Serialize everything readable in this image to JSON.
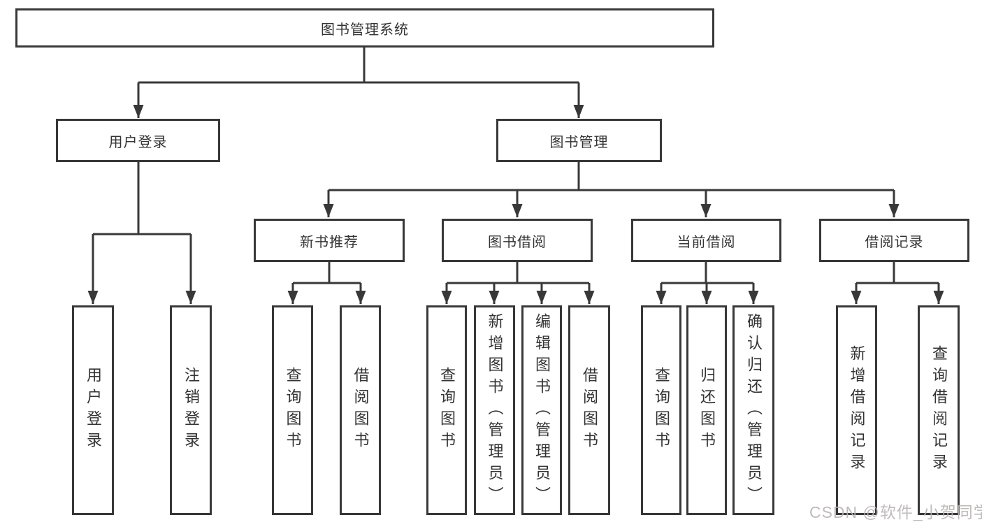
{
  "tree": {
    "root": {
      "id": "library-system",
      "label": "图书管理系统"
    },
    "children": [
      {
        "id": "user-login",
        "label": "用户登录",
        "children": [
          {
            "id": "do-user-login",
            "label": "用户登录"
          },
          {
            "id": "logout",
            "label": "注销登录"
          }
        ]
      },
      {
        "id": "book-management",
        "label": "图书管理",
        "children": [
          {
            "id": "new-book-recommend",
            "label": "新书推荐",
            "children": [
              {
                "id": "query-books",
                "label": "查询图书"
              },
              {
                "id": "borrow-books",
                "label": "借阅图书"
              }
            ]
          },
          {
            "id": "book-borrowing",
            "label": "图书借阅",
            "children": [
              {
                "id": "query-books",
                "label": "查询图书"
              },
              {
                "id": "add-books-admin",
                "label": "新增图书（管理员）"
              },
              {
                "id": "edit-books-admin",
                "label": "编辑图书（管理员）"
              },
              {
                "id": "borrow-books",
                "label": "借阅图书"
              }
            ]
          },
          {
            "id": "current-borrowing",
            "label": "当前借阅",
            "children": [
              {
                "id": "query-books",
                "label": "查询图书"
              },
              {
                "id": "return-books",
                "label": "归还图书"
              },
              {
                "id": "confirm-return-admin",
                "label": "确认归还（管理员）"
              }
            ]
          },
          {
            "id": "borrowing-records",
            "label": "借阅记录",
            "children": [
              {
                "id": "add-borrow-record",
                "label": "新增借阅记录"
              },
              {
                "id": "query-borrow-record",
                "label": "查询借阅记录"
              }
            ]
          }
        ]
      }
    ]
  },
  "watermark": {
    "text": "CSDN @软件_小贺同学"
  },
  "colors": {
    "line": "#383838",
    "box_border": "#383838",
    "text": "#333333",
    "background": "#ffffff",
    "watermark": "#b9b4b4"
  }
}
